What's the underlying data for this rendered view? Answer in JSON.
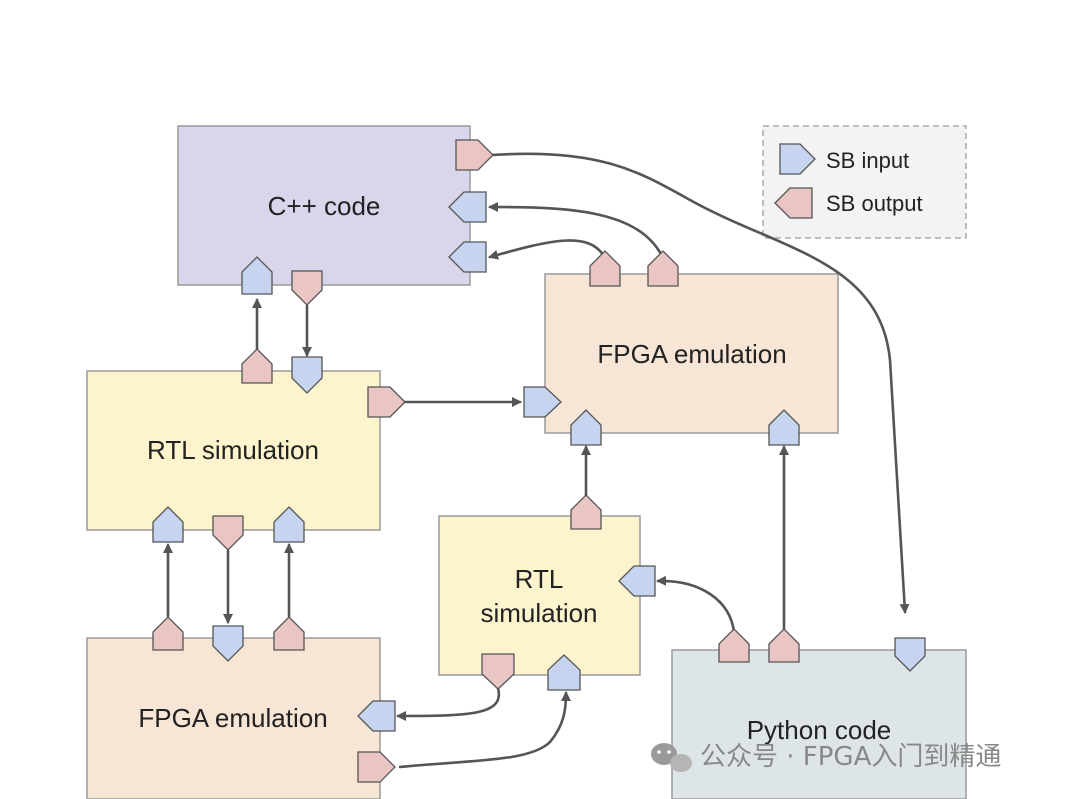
{
  "colors": {
    "cpp_fill": "#d9d5ea",
    "fpga_fill": "#f7e5d6",
    "rtl_fill": "#fdf4cd",
    "python_fill": "#dde5e8",
    "box_stroke": "#9a9a9a",
    "sb_input": "#c7d4f0",
    "sb_output": "#e9c5c3",
    "wire": "#555555",
    "legend_border": "#aaaaaa",
    "legend_fill": "#f3f3f3"
  },
  "blocks": {
    "cpp": {
      "label": "C++ code"
    },
    "fpga_top": {
      "label": "FPGA emulation"
    },
    "rtl_left": {
      "label": "RTL simulation"
    },
    "rtl_mid": {
      "line1": "RTL",
      "line2": "simulation"
    },
    "fpga_bottom": {
      "label": "FPGA emulation"
    },
    "python": {
      "label": "Python code"
    }
  },
  "legend": {
    "input_label": "SB input",
    "output_label": "SB output"
  },
  "watermark": "公众号 · FPGA入门到精通"
}
